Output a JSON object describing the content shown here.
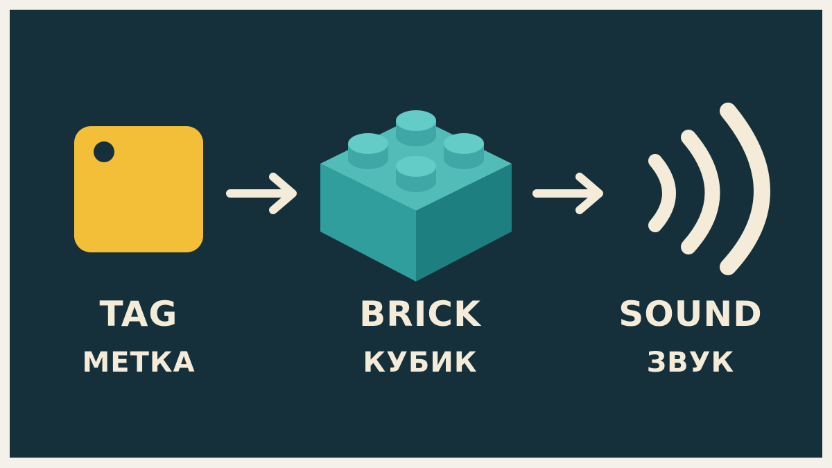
{
  "colors": {
    "background": "#15303b",
    "tag": "#f4bf38",
    "brick_top": "#52bcb8",
    "brick_left": "#2f9e9c",
    "brick_right": "#1e7f80",
    "foreground": "#f4ecd8"
  },
  "icons": [
    "tag-icon",
    "brick-icon",
    "sound-waves-icon",
    "arrow-right-icon"
  ],
  "steps": [
    {
      "en": "TAG",
      "ru": "МЕТКА"
    },
    {
      "en": "BRICK",
      "ru": "КУБИК"
    },
    {
      "en": "SOUND",
      "ru": "ЗВУК"
    }
  ]
}
